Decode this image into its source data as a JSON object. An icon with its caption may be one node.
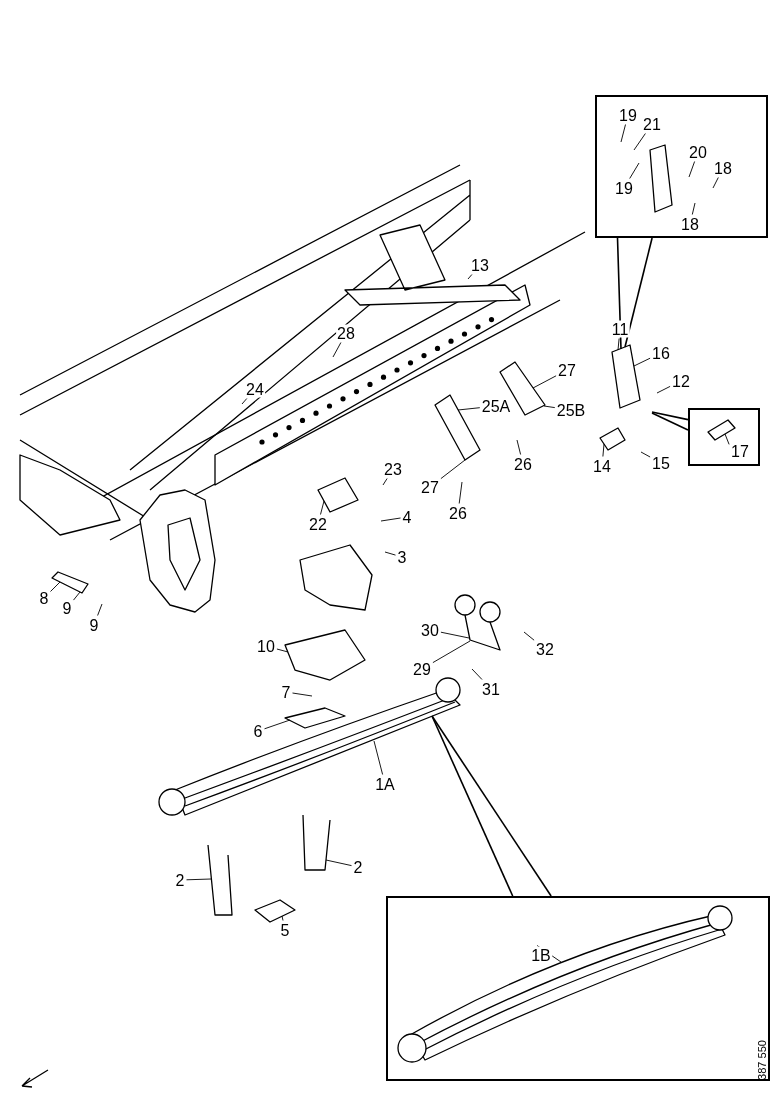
{
  "diagram": {
    "nodes": [
      {
        "text": [],
        "shape": "box"
      },
      {
        "text": [
          "19"
        ],
        "in": 0
      },
      {
        "text": [
          "21"
        ],
        "in": 0
      },
      {
        "text": [
          "20"
        ],
        "in": 0
      },
      {
        "text": [
          "18"
        ],
        "in": 0
      },
      {
        "text": [
          "19"
        ],
        "in": 0
      },
      {
        "text": [
          "18"
        ],
        "in": 0
      },
      {
        "text": [
          "13"
        ]
      },
      {
        "text": [
          "28"
        ]
      },
      {
        "text": [
          "11"
        ]
      },
      {
        "text": [
          "16"
        ]
      },
      {
        "text": [
          "27"
        ]
      },
      {
        "text": [
          "12"
        ]
      },
      {
        "text": [
          "24"
        ]
      },
      {
        "text": [
          "25A"
        ]
      },
      {
        "text": [
          "25B"
        ]
      },
      {
        "text": [],
        "shape": "box"
      },
      {
        "text": [
          "17"
        ],
        "in": 16
      },
      {
        "text": [
          "26"
        ]
      },
      {
        "text": [
          "14"
        ]
      },
      {
        "text": [
          "15"
        ]
      },
      {
        "text": [
          "23"
        ]
      },
      {
        "text": [
          "27"
        ]
      },
      {
        "text": [
          "22"
        ]
      },
      {
        "text": [
          "26"
        ]
      },
      {
        "text": [
          "4"
        ]
      },
      {
        "text": [
          "3"
        ]
      },
      {
        "text": [
          "8"
        ]
      },
      {
        "text": [
          "9"
        ]
      },
      {
        "text": [
          "9"
        ]
      },
      {
        "text": [
          "30"
        ]
      },
      {
        "text": [
          "10"
        ]
      },
      {
        "text": [
          "32"
        ]
      },
      {
        "text": [
          "29"
        ]
      },
      {
        "text": [
          "31"
        ]
      },
      {
        "text": [
          "7"
        ]
      },
      {
        "text": [
          "6"
        ]
      },
      {
        "text": [
          "1A"
        ]
      },
      {
        "text": [
          "2"
        ]
      },
      {
        "text": [
          "2"
        ]
      },
      {
        "text": [
          "5"
        ]
      },
      {
        "text": [],
        "shape": "box"
      },
      {
        "text": [
          "1B"
        ],
        "in": 41
      },
      {
        "text": [],
        "shape": "picture"
      },
      {
        "text": [],
        "shape": "picture"
      },
      {
        "text": [],
        "shape": "picture"
      },
      {
        "text": [],
        "shape": "picture"
      },
      {
        "text": [],
        "shape": "picture"
      },
      {
        "text": [],
        "shape": "picture"
      },
      {
        "text": [],
        "shape": "picture"
      },
      {
        "text": [],
        "shape": "picture"
      },
      {
        "text": [],
        "shape": "picture"
      },
      {
        "text": [],
        "shape": "picture"
      },
      {
        "text": [],
        "shape": "picture"
      },
      {
        "text": [],
        "shape": "picture"
      },
      {
        "text": [],
        "shape": "picture"
      },
      {
        "text": [],
        "shape": "picture",
        "in": 16
      },
      {
        "text": [],
        "shape": "picture",
        "in": 41
      }
    ],
    "edges": [
      {
        "from": 0,
        "to": 43,
        "arrow": "none"
      },
      {
        "from": 0,
        "to": 43,
        "arrow": "none"
      },
      {
        "from": 1,
        "to": null,
        "arrow": "none"
      },
      {
        "from": 2,
        "to": null,
        "arrow": "none"
      },
      {
        "from": 3,
        "to": null,
        "arrow": "none"
      },
      {
        "from": 4,
        "to": null,
        "arrow": "none"
      },
      {
        "from": 5,
        "to": null,
        "arrow": "none"
      },
      {
        "from": 6,
        "to": null,
        "arrow": "none"
      },
      {
        "from": 7,
        "to": null,
        "arrow": "none"
      },
      {
        "from": 8,
        "to": null,
        "arrow": "none"
      },
      {
        "from": 9,
        "to": 43,
        "arrow": "none"
      },
      {
        "from": 10,
        "to": 43,
        "arrow": "none"
      },
      {
        "from": 11,
        "to": 53,
        "arrow": "none"
      },
      {
        "from": 12,
        "to": null,
        "arrow": "none"
      },
      {
        "from": 13,
        "to": null,
        "arrow": "none"
      },
      {
        "from": 14,
        "to": 52,
        "arrow": "none"
      },
      {
        "from": 15,
        "to": 53,
        "arrow": "none"
      },
      {
        "from": 16,
        "to": null,
        "arrow": "none"
      },
      {
        "from": 16,
        "to": null,
        "arrow": "none"
      },
      {
        "from": 17,
        "to": 56,
        "arrow": "none"
      },
      {
        "from": 18,
        "to": null,
        "arrow": "none"
      },
      {
        "from": 19,
        "to": 55,
        "arrow": "none"
      },
      {
        "from": 20,
        "to": null,
        "arrow": "none"
      },
      {
        "from": 21,
        "to": null,
        "arrow": "none"
      },
      {
        "from": 22,
        "to": 52,
        "arrow": "none"
      },
      {
        "from": 23,
        "to": 54,
        "arrow": "none"
      },
      {
        "from": 24,
        "to": null,
        "arrow": "none"
      },
      {
        "from": 25,
        "to": null,
        "arrow": "none"
      },
      {
        "from": 26,
        "to": null,
        "arrow": "none"
      },
      {
        "from": 27,
        "to": 45,
        "arrow": "none"
      },
      {
        "from": 28,
        "to": 45,
        "arrow": "none"
      },
      {
        "from": 29,
        "to": null,
        "arrow": "none"
      },
      {
        "from": 30,
        "to": 47,
        "arrow": "none"
      },
      {
        "from": 31,
        "to": 46,
        "arrow": "none"
      },
      {
        "from": 32,
        "to": null,
        "arrow": "none"
      },
      {
        "from": 33,
        "to": 47,
        "arrow": "none"
      },
      {
        "from": 34,
        "to": null,
        "arrow": "none"
      },
      {
        "from": 35,
        "to": null,
        "arrow": "none"
      },
      {
        "from": 36,
        "to": 48,
        "arrow": "none"
      },
      {
        "from": 37,
        "to": 44,
        "arrow": "none"
      },
      {
        "from": 38,
        "to": 50,
        "arrow": "none"
      },
      {
        "from": 39,
        "to": 49,
        "arrow": "none"
      },
      {
        "from": 40,
        "to": 51,
        "arrow": "none"
      },
      {
        "from": 41,
        "to": 44,
        "arrow": "none"
      },
      {
        "from": 41,
        "to": 44,
        "arrow": "none"
      },
      {
        "from": 42,
        "to": 57,
        "arrow": "none"
      }
    ],
    "labels": [
      "387 550"
    ]
  }
}
